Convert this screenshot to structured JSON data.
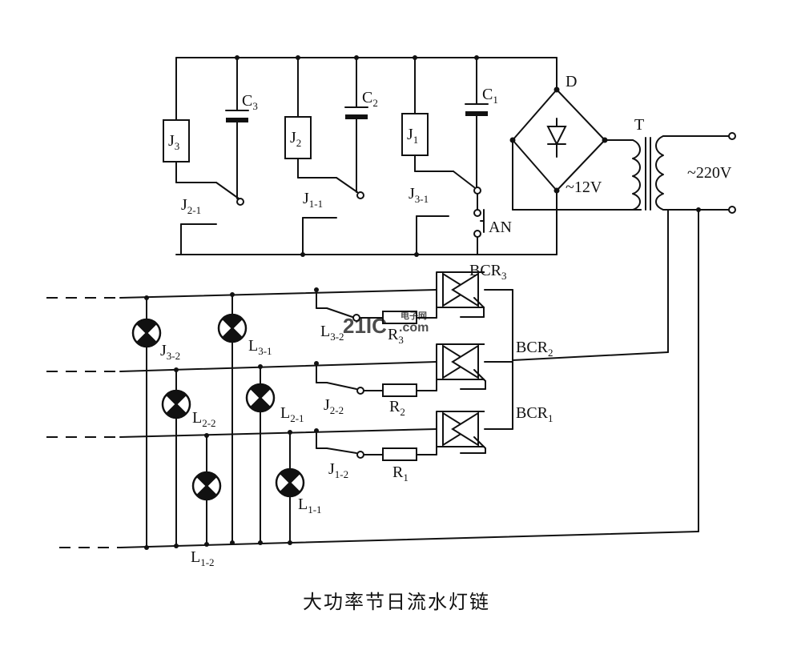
{
  "caption": "大功率节日流水灯链",
  "watermark": {
    "brand": "21IC",
    "cn": "电子网",
    "domain": ".com"
  },
  "colors": {
    "ink": "#111111",
    "paper": "#ffffff",
    "watermark": "#ff5a8c"
  },
  "labels": {
    "C3": {
      "main": "C",
      "sub": "3"
    },
    "C2": {
      "main": "C",
      "sub": "2"
    },
    "C1": {
      "main": "C",
      "sub": "1"
    },
    "J3": {
      "main": "J",
      "sub": "3"
    },
    "J2": {
      "main": "J",
      "sub": "2"
    },
    "J1": {
      "main": "J",
      "sub": "1"
    },
    "J2_1": {
      "main": "J",
      "sub": "2-1"
    },
    "J1_1": {
      "main": "J",
      "sub": "1-1"
    },
    "J3_1": {
      "main": "J",
      "sub": "3-1"
    },
    "D": "D",
    "T": "T",
    "AN": "AN",
    "v12": "~12V",
    "v220": "~220V",
    "BCR3": {
      "main": "BCR",
      "sub": "3"
    },
    "BCR2": {
      "main": "BCR",
      "sub": "2"
    },
    "BCR1": {
      "main": "BCR",
      "sub": "1"
    },
    "L3_2": {
      "main": "L",
      "sub": "3-2"
    },
    "R3": {
      "main": "R",
      "sub": "3"
    },
    "J2_2": {
      "main": "J",
      "sub": "2-2"
    },
    "R2": {
      "main": "R",
      "sub": "2"
    },
    "J1_2": {
      "main": "J",
      "sub": "1-2"
    },
    "R1": {
      "main": "R",
      "sub": "1"
    },
    "J3_2": {
      "main": "J",
      "sub": "3-2"
    },
    "L3_1": {
      "main": "L",
      "sub": "3-1"
    },
    "L2_2": {
      "main": "L",
      "sub": "2-2"
    },
    "L2_1": {
      "main": "L",
      "sub": "2-1"
    },
    "L1_1": {
      "main": "L",
      "sub": "1-1"
    },
    "L1_2": {
      "main": "L",
      "sub": "1-2"
    }
  }
}
